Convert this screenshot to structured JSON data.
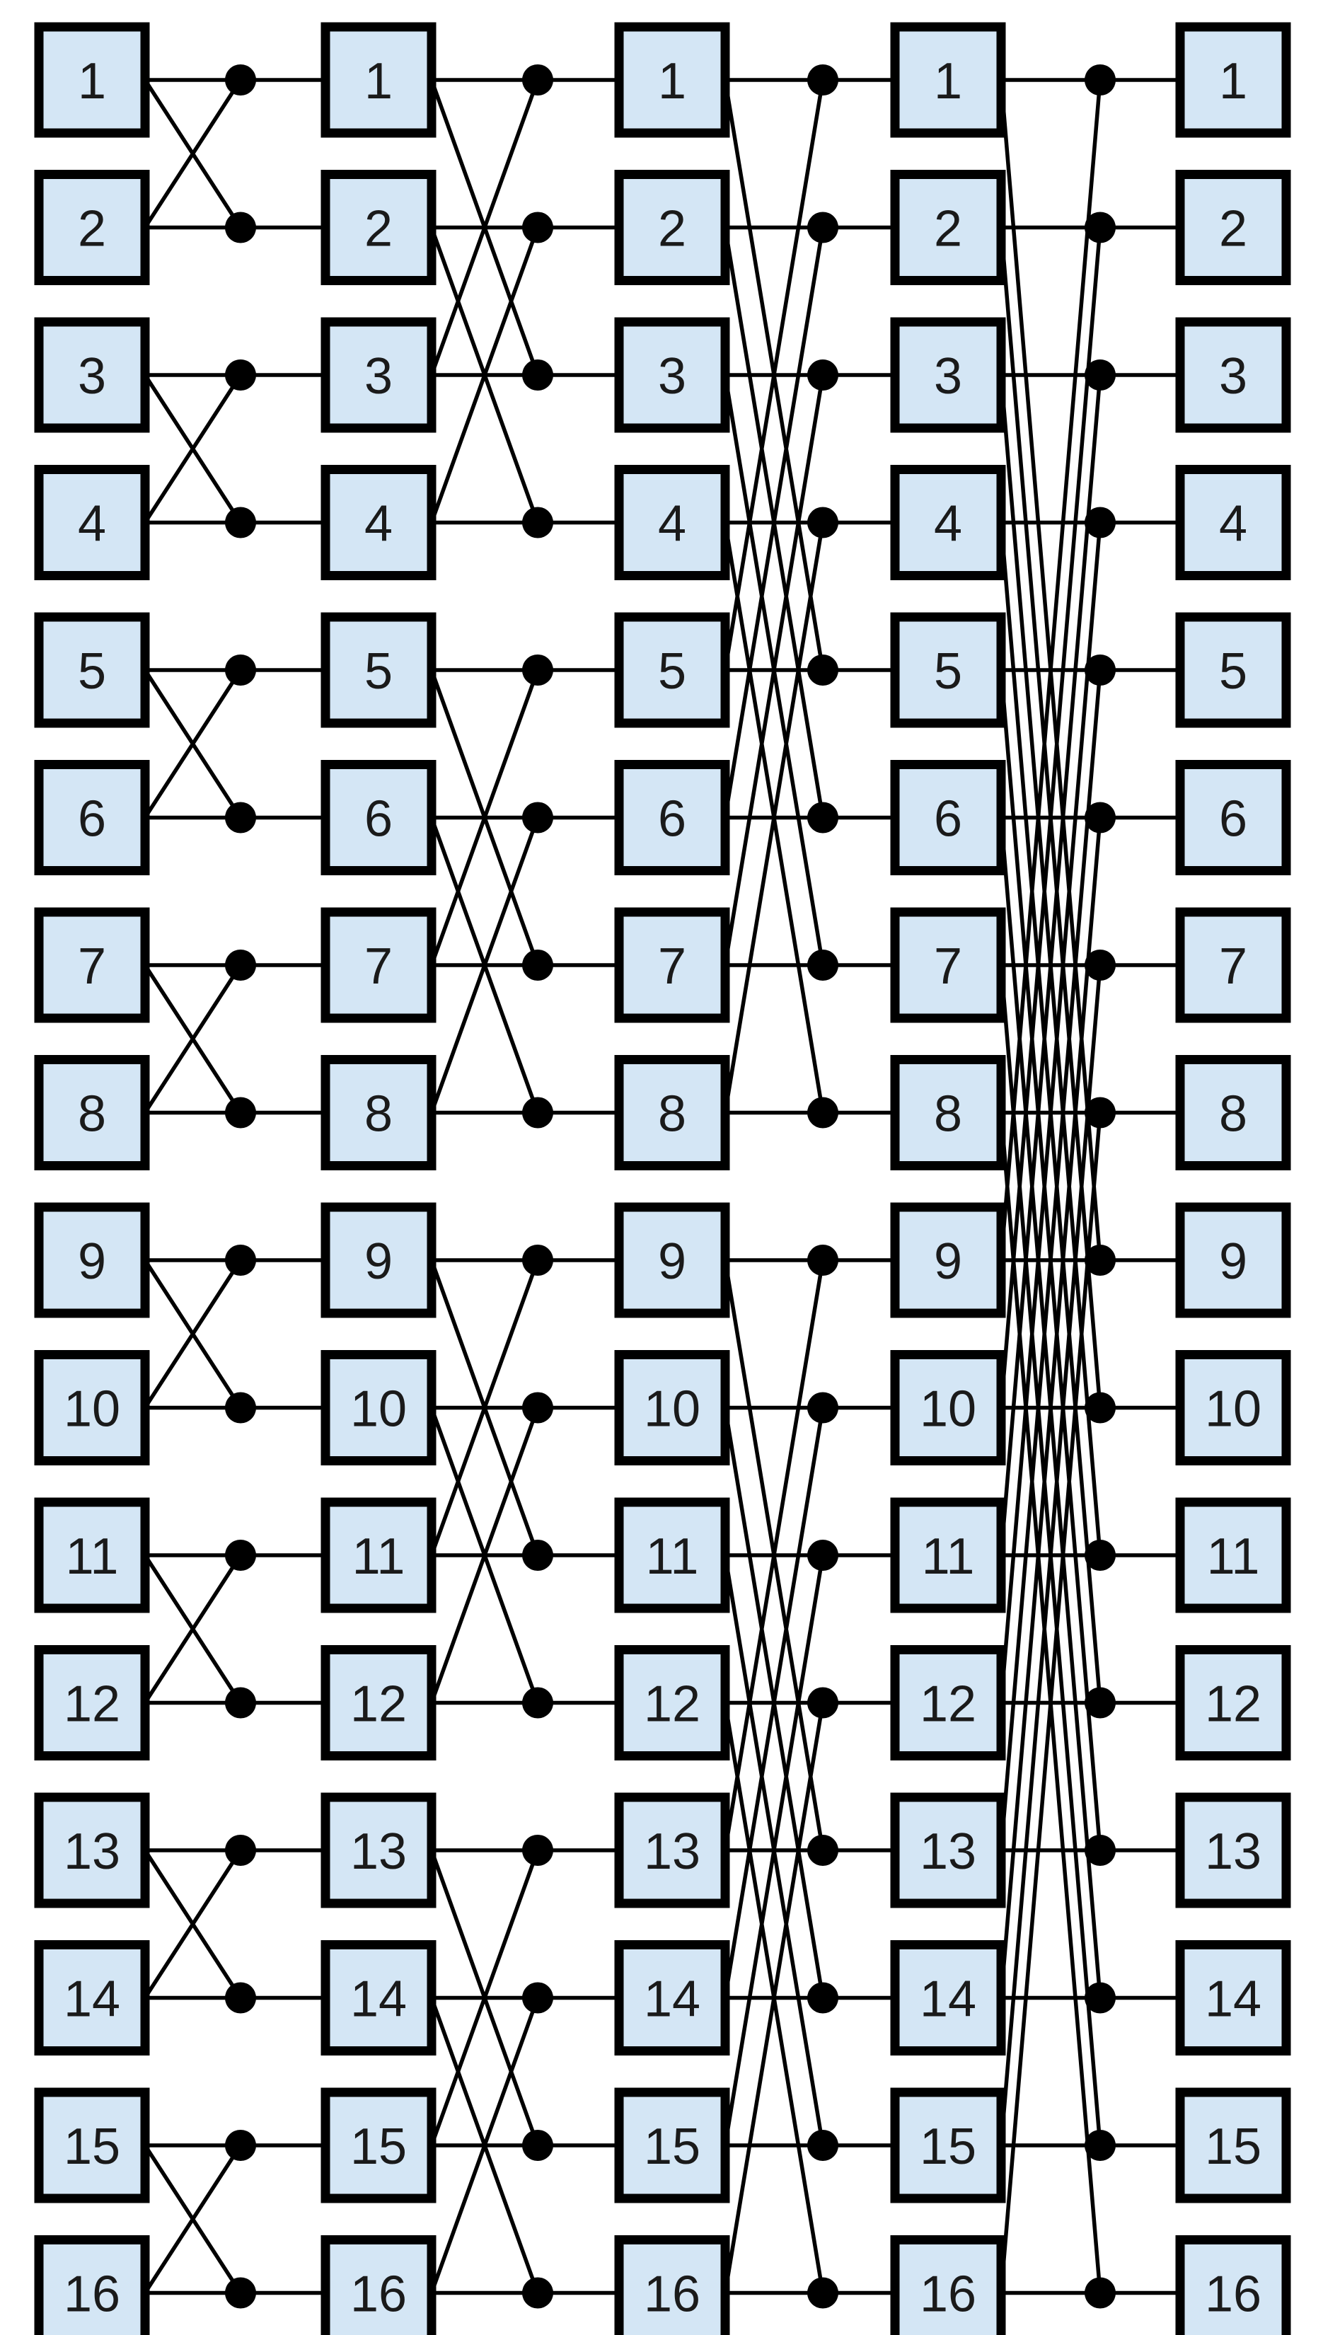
{
  "colors": {
    "node_fill": "#d4e6f5",
    "node_border": "#000000",
    "wire": "#000000",
    "junction": "#000000",
    "background": "#ffffff"
  },
  "columns": [
    {
      "labels": [
        "1",
        "2",
        "3",
        "4",
        "5",
        "6",
        "7",
        "8",
        "9",
        "10",
        "11",
        "12",
        "13",
        "14",
        "15",
        "16"
      ]
    },
    {
      "labels": [
        "1",
        "2",
        "3",
        "4",
        "5",
        "6",
        "7",
        "8",
        "9",
        "10",
        "11",
        "12",
        "13",
        "14",
        "15",
        "16"
      ]
    },
    {
      "labels": [
        "1",
        "2",
        "3",
        "4",
        "5",
        "6",
        "7",
        "8",
        "9",
        "10",
        "11",
        "12",
        "13",
        "14",
        "15",
        "16"
      ]
    },
    {
      "labels": [
        "1",
        "2",
        "3",
        "4",
        "5",
        "6",
        "7",
        "8",
        "9",
        "10",
        "11",
        "12",
        "13",
        "14",
        "15",
        "16"
      ]
    },
    {
      "labels": [
        "1",
        "2",
        "3",
        "4",
        "5",
        "6",
        "7",
        "8",
        "9",
        "10",
        "11",
        "12",
        "13",
        "14",
        "15",
        "16"
      ]
    }
  ],
  "stages": [
    {
      "name": "stage-1",
      "partner_distance": 1,
      "connects": [
        "column-1",
        "column-2"
      ]
    },
    {
      "name": "stage-2",
      "partner_distance": 2,
      "connects": [
        "column-2",
        "column-3"
      ]
    },
    {
      "name": "stage-3",
      "partner_distance": 4,
      "connects": [
        "column-3",
        "column-4"
      ]
    },
    {
      "name": "stage-4",
      "partner_distance": 8,
      "connects": [
        "column-4",
        "column-5"
      ]
    }
  ]
}
